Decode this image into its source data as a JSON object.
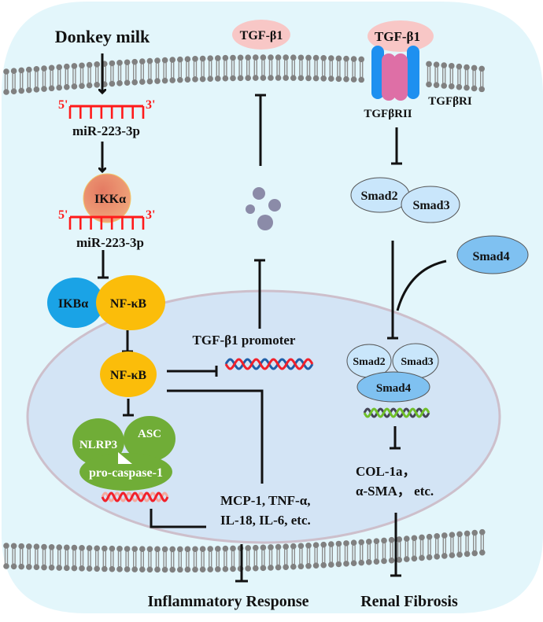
{
  "title": "Donkey milk miR-223-3p / NF-κB / TGF-β1 signaling pathway",
  "colors": {
    "cell_bg": "#e3f6fb",
    "nucleus_bg": "#d3e4f5",
    "nucleus_border": "#c9b9c6",
    "membrane": "#808080",
    "tgf_ligand": "#f8c7c6",
    "receptor_outer": "#1e90f0",
    "receptor_inner": "#de6fa6",
    "ikk": "#e9876b",
    "ikb": "#1aa3e6",
    "nfkb": "#fbbd0a",
    "inflammasome": "#70ad37",
    "smad23": "#c9e6fb",
    "smad4": "#7fc1f1",
    "mirna": "#ff1a1a",
    "vesicle": "#8b8ba8",
    "dna_red": "#f1212b",
    "dna_blue": "#1f5fa8",
    "dna_green": "#6fbf2a",
    "dna_dark": "#444455",
    "dna_pink": "#f5a9a0"
  },
  "labels": {
    "donkey_milk": "Donkey milk",
    "mirna_top": "miR-223-3p",
    "mirna_bottom": "miR-223-3p",
    "five_prime": "5'",
    "three_prime": "3'",
    "ikk_alpha": "IKKα",
    "ikb_alpha": "IKBα",
    "nfkb_complex": "NF-κB",
    "nfkb_nuclear": "NF-κB",
    "nlrp3": "NLRP3",
    "asc": "ASC",
    "pro_caspase": "pro-caspase-1",
    "tgf_free": "TGF-β1",
    "tgf_bound": "TGF-β1",
    "tgfbr2": "TGFβRII",
    "tgfbr1": "TGFβRI",
    "tgf_promoter": "TGF-β1 promoter",
    "smad2_cyto": "Smad2",
    "smad3_cyto": "Smad3",
    "smad4_cyto": "Smad4",
    "smad2_nuc": "Smad2",
    "smad3_nuc": "Smad3",
    "smad4_nuc": "Smad4",
    "cytokines_line1": "MCP-1, TNF-α,",
    "cytokines_line2": "IL-18, IL-6, etc.",
    "fibrosis_genes_line1": "COL-1a，",
    "fibrosis_genes_line2": "α-SMA， etc.",
    "inflammatory_response": "Inflammatory Response",
    "renal_fibrosis": "Renal Fibrosis"
  }
}
